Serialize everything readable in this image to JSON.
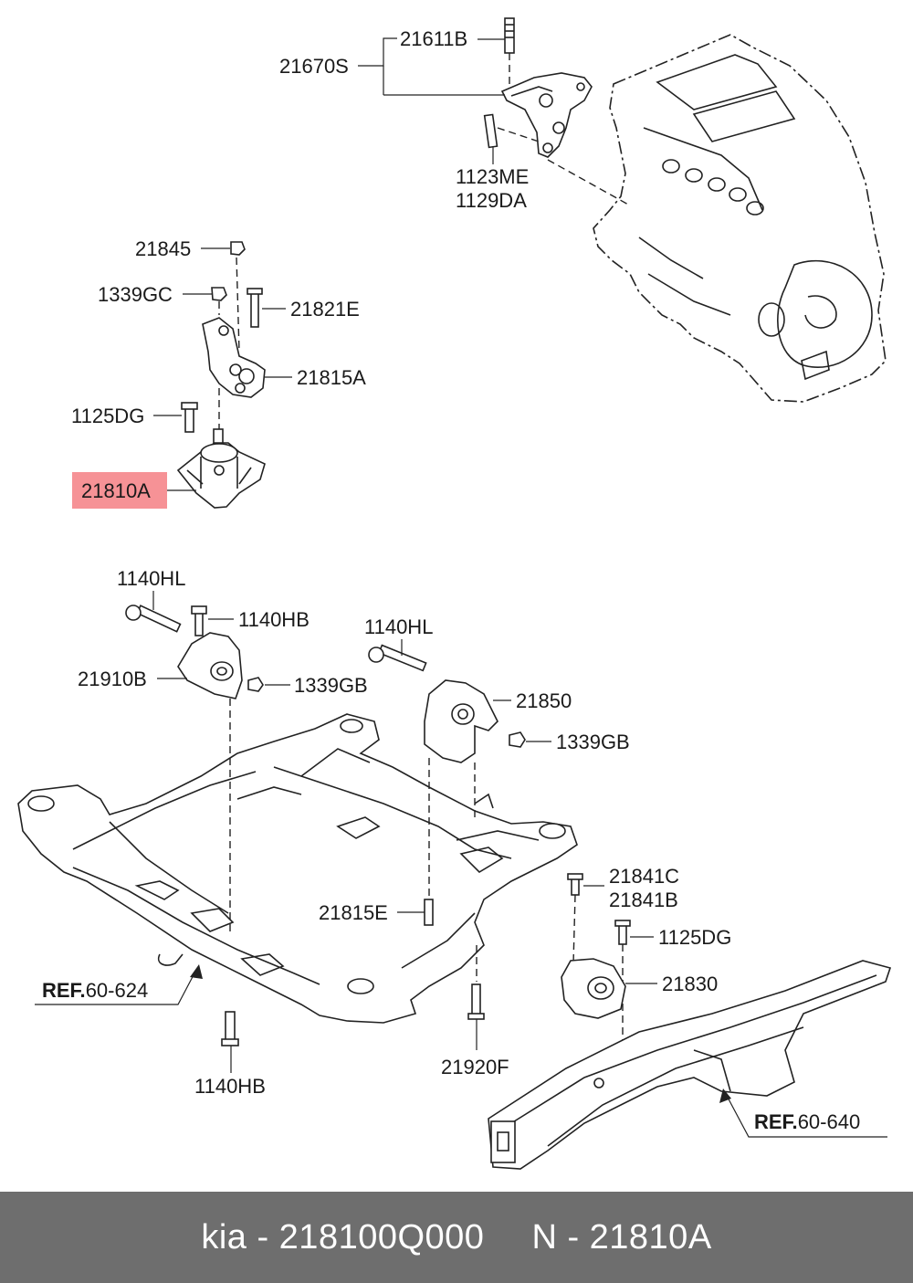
{
  "diagram": {
    "labels": {
      "p21611B": "21611B",
      "p21670S": "21670S",
      "p1123ME": "1123ME",
      "p1129DA": "1129DA",
      "p21845": "21845",
      "p1339GC": "1339GC",
      "p21821E": "21821E",
      "p21815A": "21815A",
      "p1125DG_a": "1125DG",
      "p21810A": "21810A",
      "p1140HL_a": "1140HL",
      "p1140HB_a": "1140HB",
      "p21910B": "21910B",
      "p1339GB_a": "1339GB",
      "p1140HL_b": "1140HL",
      "p21850": "21850",
      "p1339GB_b": "1339GB",
      "p21841C": "21841C",
      "p21841B": "21841B",
      "p21815E": "21815E",
      "p1125DG_b": "1125DG",
      "p21830": "21830",
      "p1140HB_b": "1140HB",
      "p21920F": "21920F"
    },
    "refs": [
      {
        "prefix": "REF.",
        "code": "60-624"
      },
      {
        "prefix": "REF.",
        "code": "60-640"
      }
    ],
    "highlighted_part": "21810A",
    "highlight_color": "#f47f84"
  },
  "footer": {
    "brand_part": "kia - 218100Q000",
    "diagram_ref": "N - 21810A",
    "background_color": "#6e6e6e"
  }
}
